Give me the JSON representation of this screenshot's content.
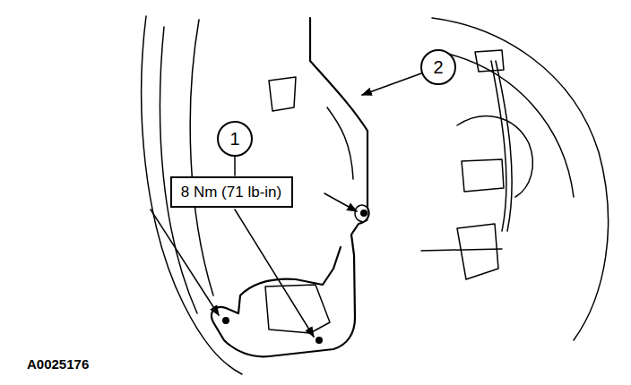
{
  "diagram": {
    "nodes": [
      {
        "text": [
          "2"
        ]
      },
      {
        "text": [
          "1"
        ]
      },
      {
        "text": [
          "8 Nm (71 lb-in)"
        ]
      }
    ],
    "edges": [
      {
        "from": 1,
        "to": 2,
        "arrow": "none"
      }
    ],
    "labels": [
      "A0025176"
    ]
  }
}
